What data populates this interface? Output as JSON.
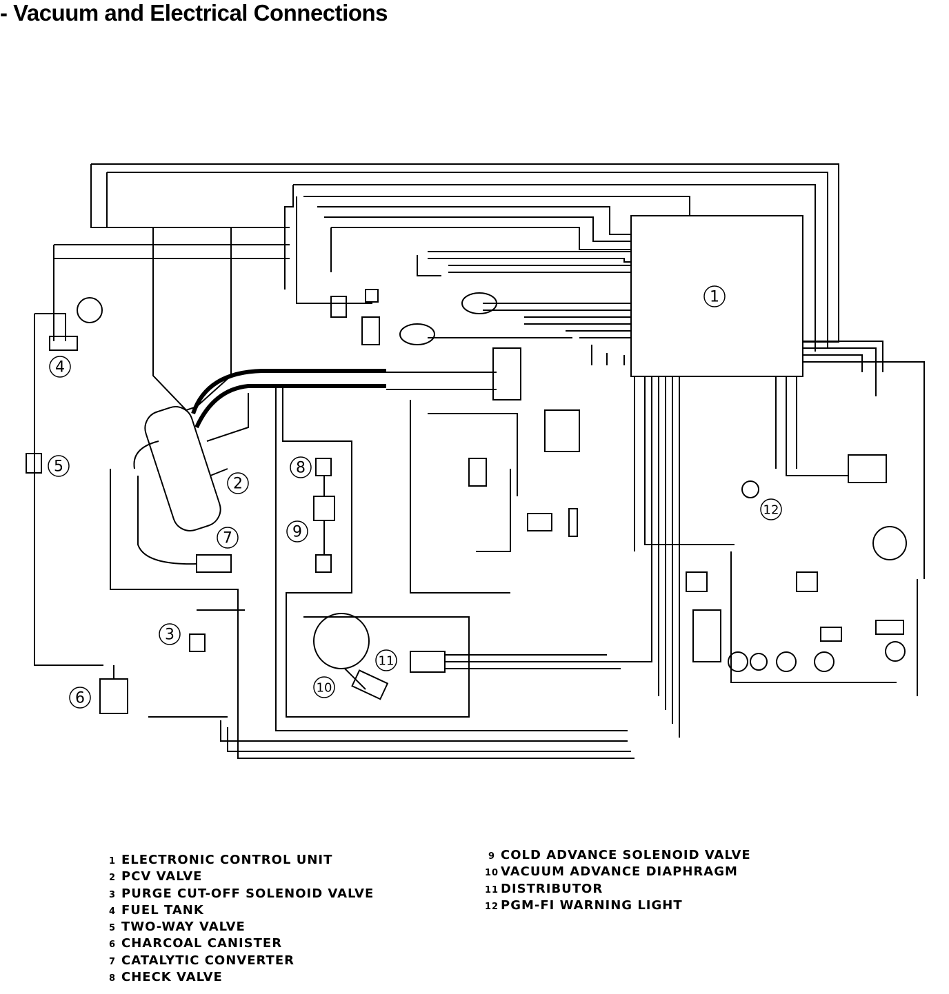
{
  "title": "- Vacuum and Electrical Connections",
  "legend": {
    "left": [
      {
        "num": "1",
        "label": "ELECTRONIC CONTROL UNIT"
      },
      {
        "num": "2",
        "label": "PCV VALVE"
      },
      {
        "num": "3",
        "label": "PURGE CUT-OFF SOLENOID VALVE"
      },
      {
        "num": "4",
        "label": "FUEL TANK"
      },
      {
        "num": "5",
        "label": "TWO-WAY VALVE"
      },
      {
        "num": "6",
        "label": "CHARCOAL CANISTER"
      },
      {
        "num": "7",
        "label": "CATALYTIC CONVERTER"
      },
      {
        "num": "8",
        "label": "CHECK VALVE"
      }
    ],
    "right": [
      {
        "num": "9",
        "label": "COLD ADVANCE SOLENOID VALVE"
      },
      {
        "num": "10",
        "label": "VACUUM ADVANCE DIAPHRAGM"
      },
      {
        "num": "11",
        "label": "DISTRIBUTOR"
      },
      {
        "num": "12",
        "label": "PGM-FI WARNING LIGHT"
      }
    ]
  },
  "callouts": [
    "1",
    "2",
    "3",
    "4",
    "5",
    "6",
    "7",
    "8",
    "9",
    "10",
    "11",
    "12"
  ]
}
